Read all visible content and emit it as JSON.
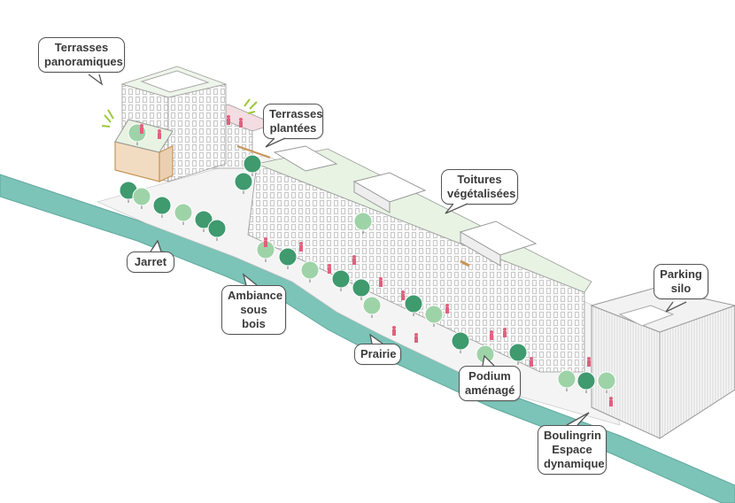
{
  "labels": {
    "terrasses_panoramiques": [
      "Terrasses",
      "panoramiques"
    ],
    "terrasses_plantees": [
      "Terrasses",
      "plantées"
    ],
    "toitures_vegetalisees": [
      "Toitures",
      "végétalisées"
    ],
    "jarret": [
      "Jarret"
    ],
    "ambiance_sous_bois": [
      "Ambiance",
      "sous bois"
    ],
    "prairie": [
      "Prairie"
    ],
    "podium_amenage": [
      "Podium",
      "aménagé"
    ],
    "boulingrin": [
      "Boulingrin",
      "Espace",
      "dynamique"
    ],
    "parking_silo": [
      "Parking",
      "silo"
    ]
  },
  "colors": {
    "river": "#7cc3b8",
    "tree_dark": "#3f9a6e",
    "tree_light": "#9ed3a8",
    "accent_pink": "#e0607e",
    "timber": "#c8955a",
    "roof_green": "#e8f3e3"
  }
}
